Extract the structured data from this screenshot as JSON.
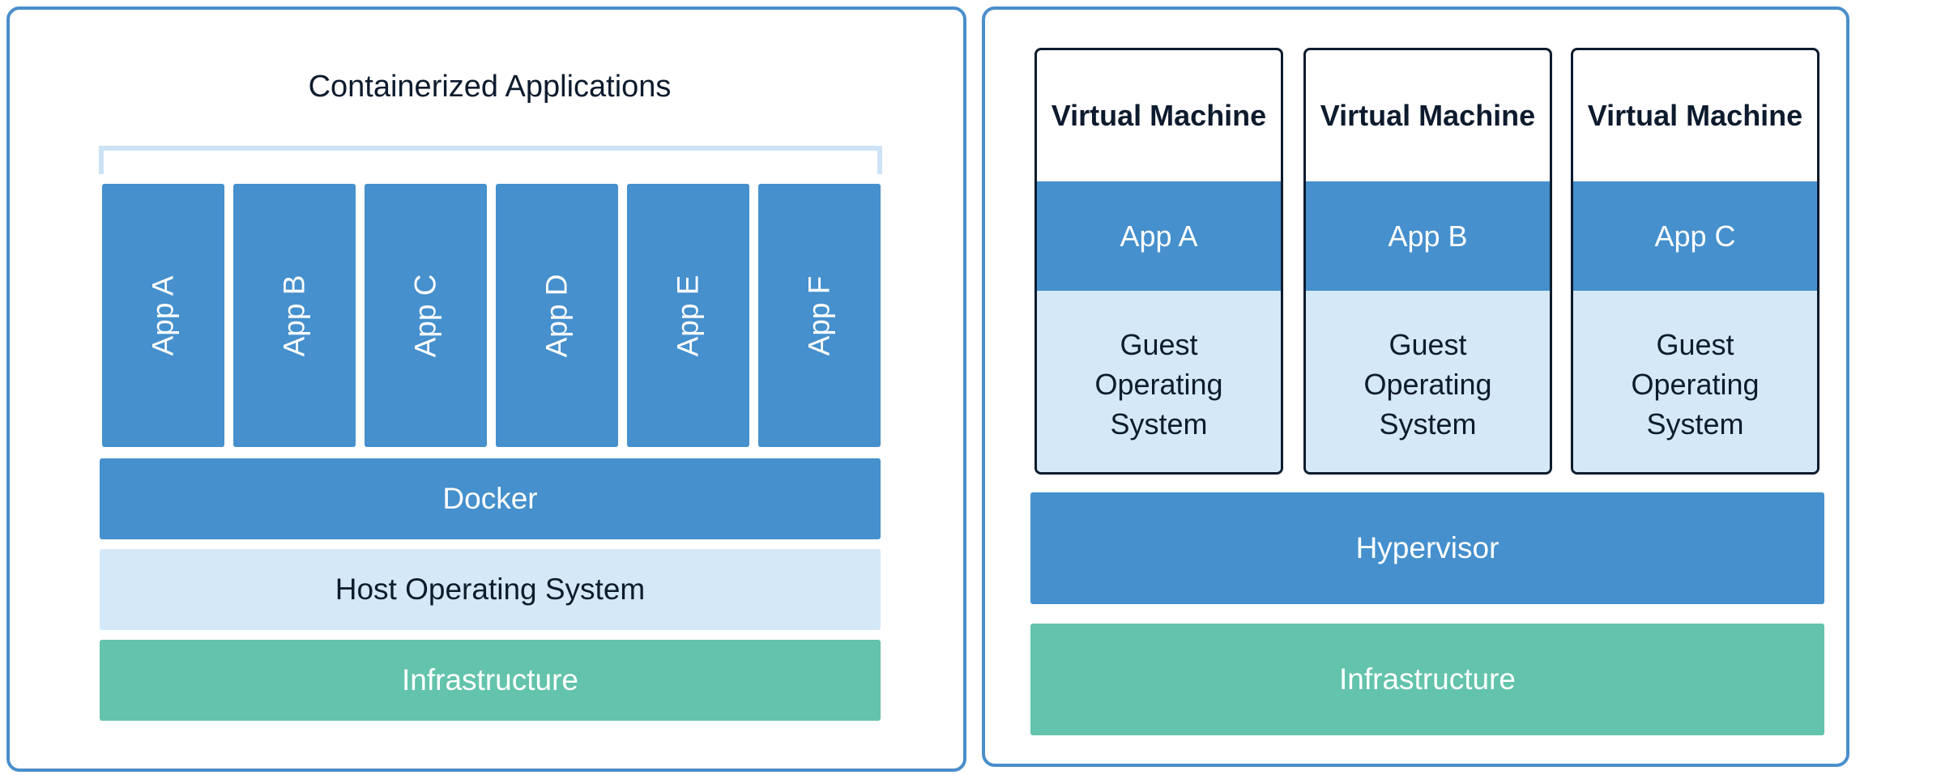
{
  "containers": {
    "title": "Containerized Applications",
    "apps": [
      "App A",
      "App B",
      "App C",
      "App D",
      "App E",
      "App F"
    ],
    "docker": "Docker",
    "host_os": "Host Operating System",
    "infrastructure": "Infrastructure"
  },
  "vms": {
    "machines": [
      {
        "title": "Virtual Machine",
        "app": "App A",
        "os": "Guest Operating System"
      },
      {
        "title": "Virtual Machine",
        "app": "App B",
        "os": "Guest Operating System"
      },
      {
        "title": "Virtual Machine",
        "app": "App C",
        "os": "Guest Operating System"
      }
    ],
    "hypervisor": "Hypervisor",
    "infrastructure": "Infrastructure"
  },
  "colors": {
    "border": "#4a8ecb",
    "app_blue": "#4590cd",
    "light_blue": "#d4e8f8",
    "green": "#63c3ac",
    "text_dark": "#0d1b2e"
  }
}
